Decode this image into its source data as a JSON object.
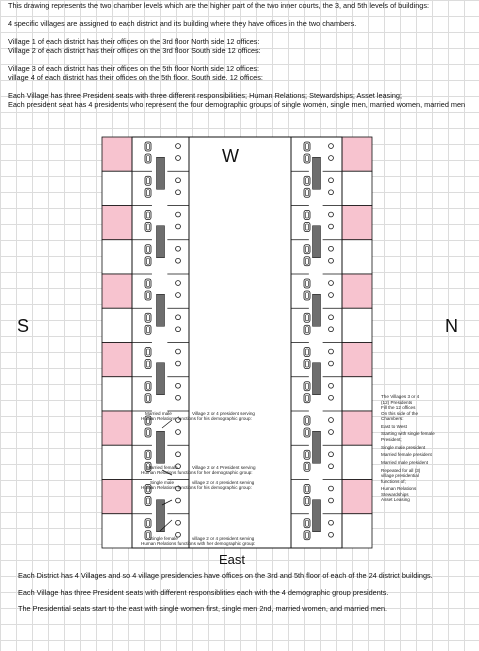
{
  "intro": {
    "line1": "This drawing represents the two chamber levels which are the higher part of the two inner courts,  the 3, and 5th levels of buildings:",
    "line2": "4 specific villages are assigned to each district and its  building where they have offices in the two chambers.",
    "line3": "Village 1 of each district has their offices on the 3rd floor   North side 12 offices:",
    "line4": "Village 2 of each district has their offices on the 3rd floor   South side 12 offices:",
    "line5": "Village 3 of each district has their offices on the 5th floor   North side  12 offices:",
    "line6": "village 4  of each district has their offices on the 5th floor.  South side. 12 offices:",
    "line7": "Each Village has three President seats with three  different responsibilities; Human Relations; Stewardships; Asset leasing;",
    "line8": "Each president seat has 4 presidents who represent the four demographic groups of single women, single men, married women, married men"
  },
  "compass": {
    "west": "W",
    "south": "S",
    "north": "N",
    "east": "East"
  },
  "labels": {
    "married_male": "Married male",
    "hr_functions_a": "Human Relations functions for his demographic group:",
    "village_a": "Village 2 or 4 president serving",
    "married_female": "Married female",
    "hr_functions_b": "Human Relations functions for her demographic group:",
    "village_b": "Village 2 or 4 President serving",
    "single_male": "Single male",
    "hr_functions_c": "Human Relations functions for his demographic group:",
    "village_c": "village 2 or 4 president serving",
    "single_female": "Single female",
    "hr_functions_d": "Human Relations functions with her demographic group:",
    "village_d": "village 2 or 4 president serving"
  },
  "side_notes": {
    "l1": "The Villages 3 or 4",
    "l2": "(12) Presidents",
    "l3": "Fill the 12 offices",
    "l4": "On this side of the",
    "l5": "Chambers:",
    "l6": "East to West",
    "l7": "Starting with single female",
    "l8": "President;",
    "l9": "Single male president",
    "l10": "Married female president",
    "l11": "Married male president",
    "l12": "Repeated for all (3)",
    "l13": "village presidential",
    "l14": "functions of;",
    "l15": "Human Relations",
    "l16": "Stewardships",
    "l17": "Asset Leasing"
  },
  "bottom": {
    "line1": "Each District has 4 Villages and so 4 village presidencies have offices on the 3rd and 5th floor of  each of the 24 district buildings.",
    "line2": "Each Village has three President seats  with different responsiblities each with the 4 demographic group presidents.",
    "line3": "The Presidential seats start to the east with single women first, single men 2nd, married women, and married men."
  },
  "colors": {
    "pink": "#f7c3cf",
    "desk": "#6e6e6e",
    "line": "#111111"
  }
}
